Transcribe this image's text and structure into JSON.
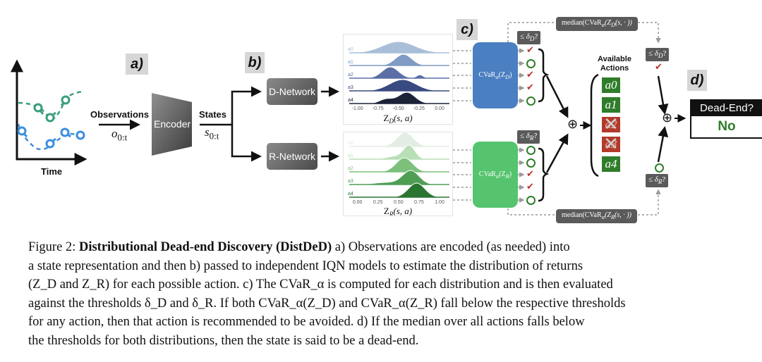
{
  "panels": {
    "a": "a)",
    "b": "b)",
    "c": "c)",
    "d": "d)"
  },
  "time_plot": {
    "xlabel": "Time",
    "series_colors": {
      "green": "#3a9e7e",
      "blue": "#3a8fe0"
    }
  },
  "observations": {
    "label": "Observations",
    "math": "o",
    "sub": "0:t"
  },
  "encoder": {
    "label": "Encoder"
  },
  "states": {
    "label": "States",
    "math": "s",
    "sub": "0:t"
  },
  "networks": {
    "d_label": "D-Network",
    "r_label": "R-Network"
  },
  "chart_data": [
    {
      "type": "area",
      "title": "",
      "xlabel": "Z_D(s, a)",
      "xlabel_main": "Z",
      "xlabel_sub": "D",
      "xlabel_rest": "(s, a)",
      "ylabel": "",
      "xlim": [
        -1.1,
        0.12
      ],
      "xticks": [
        "-1.00",
        "-0.75",
        "-0.50",
        "-0.25",
        "0.00"
      ],
      "xtick_values": [
        -1.0,
        -0.75,
        -0.5,
        -0.25,
        0.0
      ],
      "grid": false,
      "legend": "none",
      "categories": [
        "a0",
        "a1",
        "a2",
        "a3",
        "a4"
      ],
      "series": [
        {
          "name": "a0",
          "color": "#a9bfd9",
          "peaks": [
            {
              "mu": -0.5,
              "sigma": 0.2,
              "w": 1.0
            }
          ]
        },
        {
          "name": "a1",
          "color": "#7e9cc4",
          "peaks": [
            {
              "mu": -0.44,
              "sigma": 0.1,
              "w": 1.0
            }
          ]
        },
        {
          "name": "a2",
          "color": "#5b6fa6",
          "peaks": [
            {
              "mu": -0.6,
              "sigma": 0.1,
              "w": 1.0
            },
            {
              "mu": -0.24,
              "sigma": 0.04,
              "w": 0.3
            }
          ]
        },
        {
          "name": "a3",
          "color": "#384a80",
          "peaks": [
            {
              "mu": -0.45,
              "sigma": 0.16,
              "w": 1.0
            }
          ]
        },
        {
          "name": "a4",
          "color": "#1c2238",
          "peaks": [
            {
              "mu": -0.4,
              "sigma": 0.1,
              "w": 1.0
            },
            {
              "mu": -0.65,
              "sigma": 0.08,
              "w": 0.4
            }
          ]
        }
      ]
    },
    {
      "type": "area",
      "title": "",
      "xlabel": "Z_R(s, a)",
      "xlabel_main": "Z",
      "xlabel_sub": "R",
      "xlabel_rest": "(s, a)",
      "ylabel": "",
      "xlim": [
        -0.1,
        1.12
      ],
      "xticks": [
        "0.00",
        "0.25",
        "0.50",
        "0.75",
        "1.00"
      ],
      "xtick_values": [
        0.0,
        0.25,
        0.5,
        0.75,
        1.0
      ],
      "grid": false,
      "legend": "none",
      "categories": [
        "a0",
        "a1",
        "a2",
        "a3",
        "a4"
      ],
      "series": [
        {
          "name": "a0",
          "color": "#e3ede3",
          "peaks": [
            {
              "mu": 0.58,
              "sigma": 0.1,
              "w": 1.0
            }
          ]
        },
        {
          "name": "a1",
          "color": "#b9dfb7",
          "peaks": [
            {
              "mu": 0.63,
              "sigma": 0.07,
              "w": 1.0
            },
            {
              "mu": 0.45,
              "sigma": 0.1,
              "w": 0.2
            }
          ]
        },
        {
          "name": "a2",
          "color": "#7cc07c",
          "peaks": [
            {
              "mu": 0.57,
              "sigma": 0.1,
              "w": 1.0
            }
          ]
        },
        {
          "name": "a3",
          "color": "#4f9e54",
          "peaks": [
            {
              "mu": 0.65,
              "sigma": 0.1,
              "w": 1.0
            },
            {
              "mu": 0.35,
              "sigma": 0.15,
              "w": 0.15
            }
          ]
        },
        {
          "name": "a4",
          "color": "#2a7530",
          "peaks": [
            {
              "mu": 0.72,
              "sigma": 0.1,
              "w": 1.0
            }
          ]
        }
      ]
    }
  ],
  "cvar": {
    "d_label": "CVaR",
    "d_sub": "α",
    "d_arg": "(Z",
    "d_arg_sub": "D",
    "r_label": "CVaR",
    "r_sub": "α",
    "r_arg": "(Z",
    "r_arg_sub": "R",
    "d_color": "#4a7fc1",
    "r_color": "#56c46e"
  },
  "thresholds": {
    "d": "≤ δ",
    "d_sub": "D",
    "r": "≤ δ",
    "r_sub": "R",
    "q": "?"
  },
  "d_results": [
    "check",
    "circle",
    "check",
    "check",
    "circle"
  ],
  "r_results": [
    "circle",
    "circle",
    "check",
    "check",
    "circle"
  ],
  "median": {
    "d_text": "median(CVaR",
    "d_sub": "α",
    "d_arg": "(Z",
    "d_arg_sub": "D",
    "d_end": "(s, · ))",
    "r_text": "median(CVaR",
    "r_sub": "α",
    "r_arg": "(Z",
    "r_arg_sub": "R",
    "r_end": "(s, · ))"
  },
  "available_actions": {
    "title_line1": "Available",
    "title_line2": "Actions",
    "items": [
      {
        "label": "a0",
        "status": "allowed"
      },
      {
        "label": "a1",
        "status": "allowed"
      },
      {
        "label": "a2",
        "status": "avoid"
      },
      {
        "label": "a3",
        "status": "avoid"
      },
      {
        "label": "a4",
        "status": "allowed"
      }
    ]
  },
  "final": {
    "d_median_result": "check",
    "r_median_result": "circle",
    "dead_end_header": "Dead-End?",
    "dead_end_value": "No"
  },
  "colors": {
    "check": "#b8322a",
    "circle": "#2f7d2a",
    "allowed": "#2f7d2a",
    "avoid": "#b23a2a"
  },
  "caption": {
    "prefix": "Figure 2: ",
    "bold": "Distributional Dead-end Discovery (DistDeD)",
    "lines": [
      " a) Observations are encoded (as needed) into",
      "a state representation and then b) passed to independent IQN models to estimate the distribution of returns",
      "(Z_D and Z_R) for each possible action. c) The CVaR_α is computed for each distribution and is then evaluated",
      "against the thresholds δ_D and δ_R. If both CVaR_α(Z_D) and CVaR_α(Z_R) fall below the respective thresholds",
      "for any action, then that action is recommended to be avoided. d) If the median over all actions falls below",
      "the thresholds for both distributions, then the state is said to be a dead-end."
    ]
  }
}
